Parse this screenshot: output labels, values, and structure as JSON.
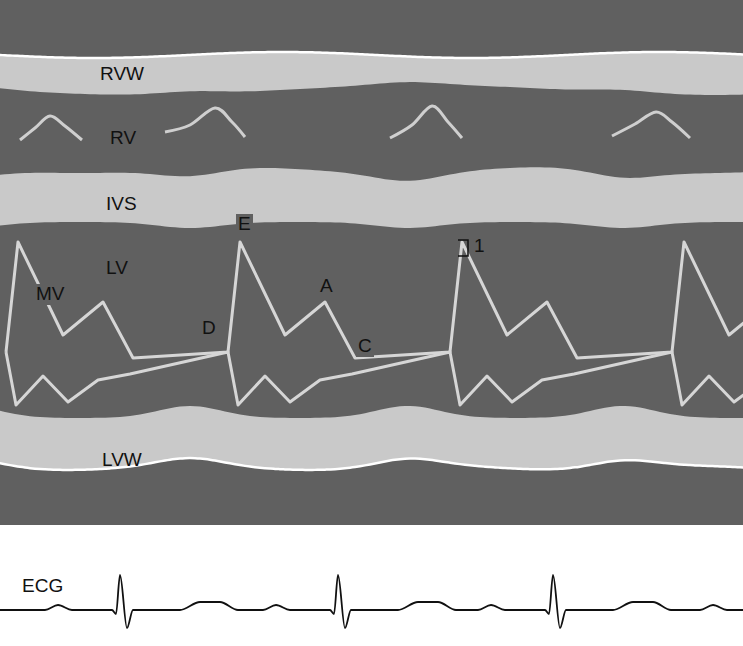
{
  "diagram": {
    "nodes": [
      {
        "text": [
          "RVW"
        ]
      },
      {
        "text": [
          "RV"
        ]
      },
      {
        "text": [
          "IVS"
        ]
      },
      {
        "text": [
          "LV"
        ]
      },
      {
        "text": [
          "LVW"
        ]
      }
    ],
    "labels": [
      "MV",
      "E",
      "A",
      "D",
      "C",
      "1",
      "ECG"
    ]
  }
}
